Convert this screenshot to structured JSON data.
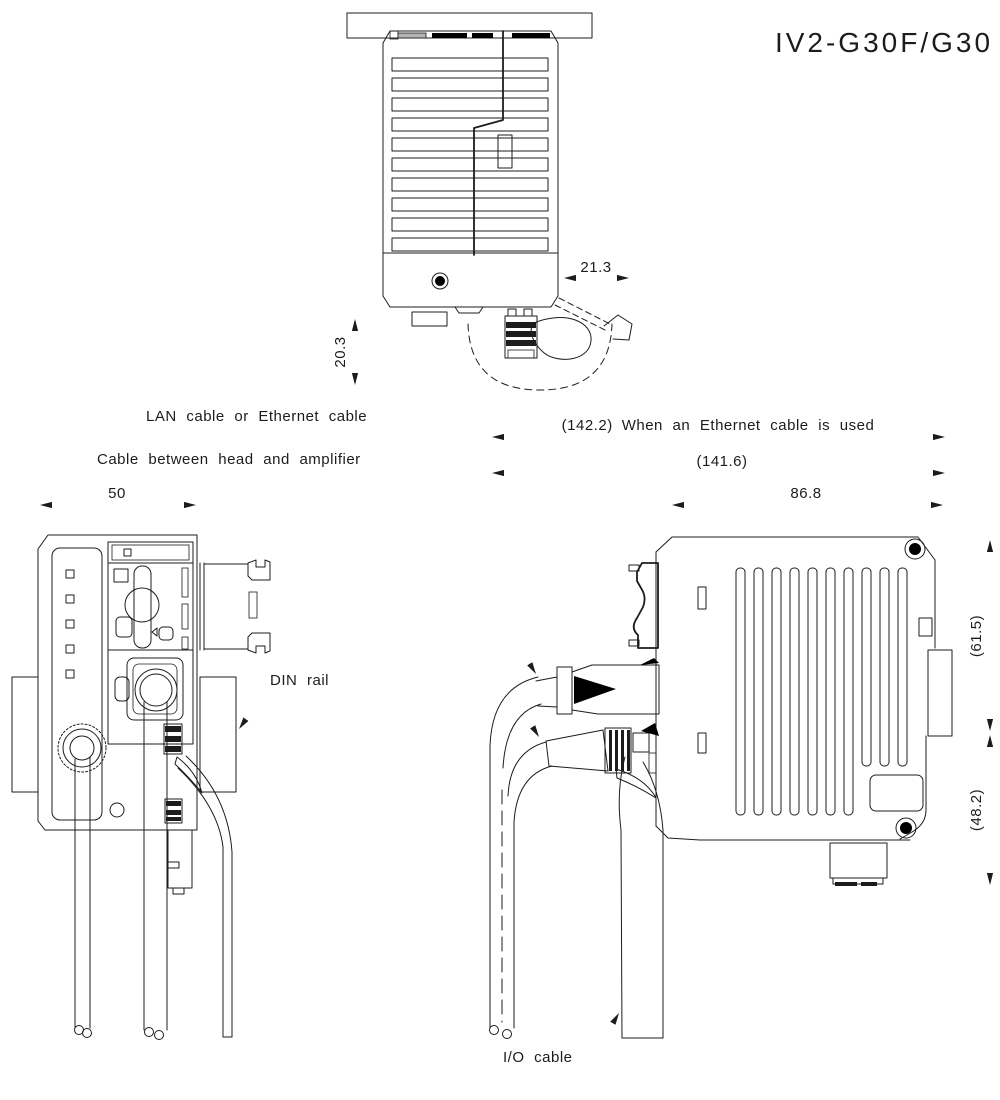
{
  "title": "IV2-G30F/G30",
  "labels": {
    "lan_cable": "LAN cable or Ethernet cable",
    "head_amp_cable": "Cable between head and amplifier",
    "din_rail": "DIN rail",
    "io_cable": "I/O cable"
  },
  "dimensions": {
    "lever_swing_width": "21.3",
    "connector_protrusion_depth": "20.3",
    "front_width": "50",
    "overall_depth_ethernet": "(142.2)",
    "overall_depth_ethernet_note": "When an Ethernet cable is used",
    "overall_depth": "(141.6)",
    "body_depth": "86.8",
    "height_above_din": "(61.5)",
    "height_below_din": "(48.2)"
  },
  "colors": {
    "line": "#1c1c1c",
    "background": "#ffffff"
  }
}
